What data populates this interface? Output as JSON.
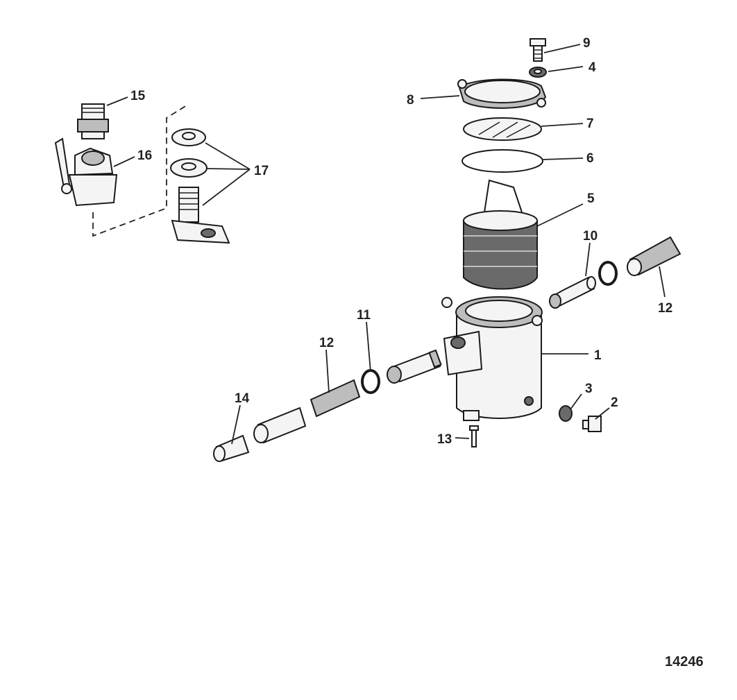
{
  "callouts": {
    "c1": "1",
    "c2": "2",
    "c3": "3",
    "c4": "4",
    "c5": "5",
    "c6": "6",
    "c7": "7",
    "c8": "8",
    "c9": "9",
    "c10": "10",
    "c11": "11",
    "c12a": "12",
    "c12b": "12",
    "c13": "13",
    "c14": "14",
    "c15": "15",
    "c16": "16",
    "c17": "17"
  },
  "figure_id": "14246"
}
